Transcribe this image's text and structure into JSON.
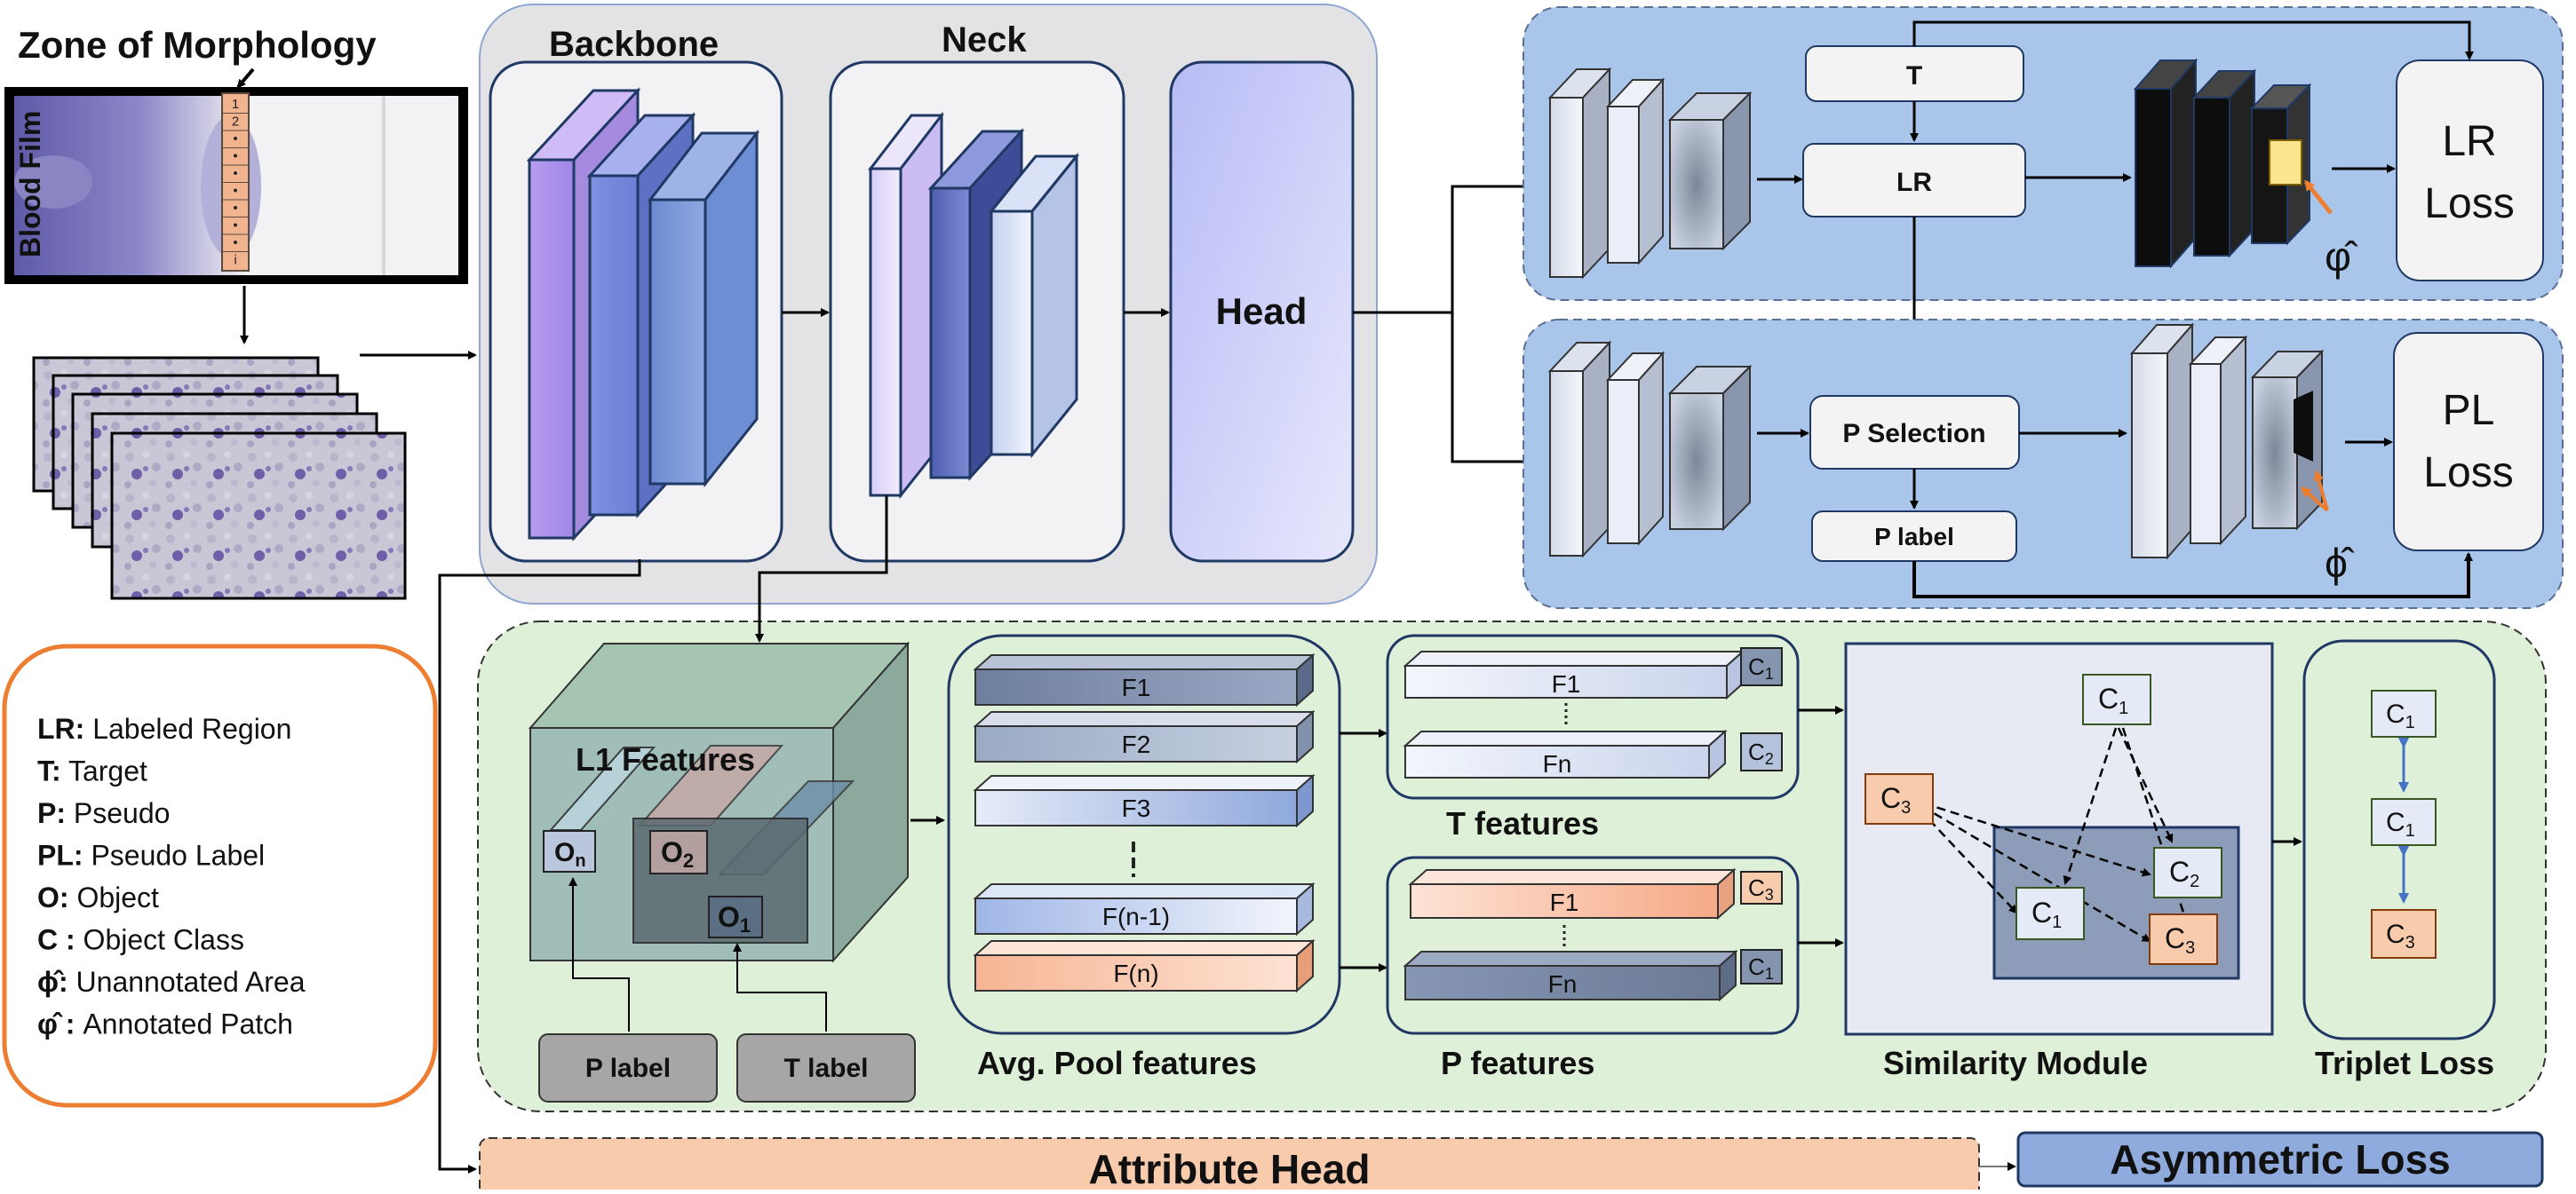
{
  "labels": {
    "zone_title": "Zone of Morphology",
    "blood_film": "Blood Film",
    "backbone": "Backbone",
    "neck": "Neck",
    "head": "Head",
    "t": "T",
    "lr": "LR",
    "lr_loss_1": "LR",
    "lr_loss_2": "Loss",
    "p_selection": "P Selection",
    "p_label_top": "P label",
    "pl_loss_1": "PL",
    "pl_loss_2": "Loss",
    "phi_small": "φ̂",
    "phi_big": "ϕ̂",
    "l1_features": "L1 Features",
    "on_pre": "O",
    "on_sub": "n",
    "o2_pre": "O",
    "o2_sub": "2",
    "o1_pre": "O",
    "o1_sub": "1",
    "p_label_btn": "P label",
    "t_label_btn": "T label",
    "f1": "F1",
    "f2": "F2",
    "f3": "F3",
    "fn1": "F(n-1)",
    "fnn": "F(n)",
    "avg_pool": "Avg.  Pool features",
    "t_f1": "F1",
    "t_fn": "Fn",
    "t_features": "T features",
    "p_f1": "F1",
    "p_fn": "Fn",
    "p_features": "P features",
    "similarity": "Similarity  Module",
    "triplet": "Triplet Loss",
    "attribute_head": "Attribute Head",
    "asymmetric_loss": "Asymmetric Loss",
    "c1_pre": "C",
    "c1_sub": "1",
    "c2_pre": "C",
    "c2_sub": "2",
    "c3_pre": "C",
    "c3_sub": "3",
    "slide_marks": [
      "1",
      "2",
      "•",
      "•",
      "•",
      "•",
      "•",
      "•",
      "•",
      "i"
    ]
  },
  "legend": [
    {
      "key": "LR:",
      "value": " Labeled Region"
    },
    {
      "key": "T:",
      "value": " Target"
    },
    {
      "key": "P:",
      "value": " Pseudo"
    },
    {
      "key": "PL:",
      "value": " Pseudo Label"
    },
    {
      "key": "O:",
      "value": " Object"
    },
    {
      "key": "C :",
      "value": " Object Class"
    },
    {
      "key": "ϕ̂:",
      "value": " Unannotated Area"
    },
    {
      "key": "φ̂ :",
      "value": " Annotated Patch"
    }
  ],
  "colors": {
    "green_bg": "#dff0d8",
    "blue_bg": "#a9c6ea",
    "gray_bg": "#e3e3e5",
    "orange": "#ed7d31",
    "salmon": "#f8cbad",
    "asym": "#8faadc",
    "purple": "#9d8fe6",
    "head": "#c5c8f8"
  }
}
